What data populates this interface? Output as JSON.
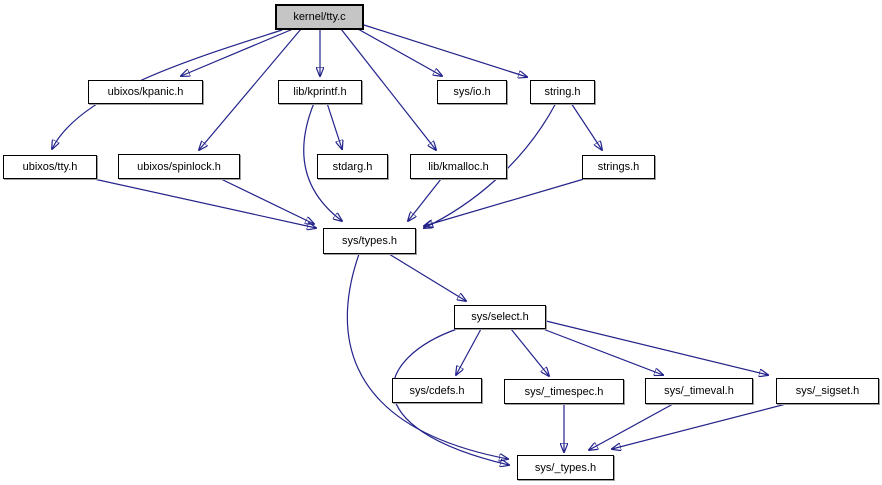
{
  "diagram": {
    "kind": "include-dependency-graph",
    "root": "kernel/tty.c",
    "colors": {
      "edge": "#23238b",
      "node_fill": "#ffffff",
      "node_border": "#000000",
      "root_fill": "#c5c5c5",
      "background": "#ffffff"
    },
    "nodes": [
      {
        "id": "kernel-tty-c",
        "label": "kernel/tty.c"
      },
      {
        "id": "ubixos-kpanic-h",
        "label": "ubixos/kpanic.h"
      },
      {
        "id": "lib-kprintf-h",
        "label": "lib/kprintf.h"
      },
      {
        "id": "sys-io-h",
        "label": "sys/io.h"
      },
      {
        "id": "string-h",
        "label": "string.h"
      },
      {
        "id": "ubixos-tty-h",
        "label": "ubixos/tty.h"
      },
      {
        "id": "ubixos-spinlock-h",
        "label": "ubixos/spinlock.h"
      },
      {
        "id": "stdarg-h",
        "label": "stdarg.h"
      },
      {
        "id": "lib-kmalloc-h",
        "label": "lib/kmalloc.h"
      },
      {
        "id": "strings-h",
        "label": "strings.h"
      },
      {
        "id": "sys-types-h",
        "label": "sys/types.h"
      },
      {
        "id": "sys-select-h",
        "label": "sys/select.h"
      },
      {
        "id": "sys-cdefs-h",
        "label": "sys/cdefs.h"
      },
      {
        "id": "sys-timespec-h",
        "label": "sys/_timespec.h"
      },
      {
        "id": "sys-timeval-h",
        "label": "sys/_timeval.h"
      },
      {
        "id": "sys-sigset-h",
        "label": "sys/_sigset.h"
      },
      {
        "id": "sys-types2-h",
        "label": "sys/_types.h"
      }
    ],
    "edges": [
      {
        "from": "kernel/tty.c",
        "to": "ubixos/tty.h"
      },
      {
        "from": "kernel/tty.c",
        "to": "ubixos/kpanic.h"
      },
      {
        "from": "kernel/tty.c",
        "to": "ubixos/spinlock.h"
      },
      {
        "from": "kernel/tty.c",
        "to": "lib/kprintf.h"
      },
      {
        "from": "kernel/tty.c",
        "to": "sys/io.h"
      },
      {
        "from": "kernel/tty.c",
        "to": "string.h"
      },
      {
        "from": "kernel/tty.c",
        "to": "lib/kmalloc.h"
      },
      {
        "from": "lib/kprintf.h",
        "to": "stdarg.h"
      },
      {
        "from": "lib/kprintf.h",
        "to": "sys/types.h"
      },
      {
        "from": "string.h",
        "to": "strings.h"
      },
      {
        "from": "string.h",
        "to": "sys/types.h"
      },
      {
        "from": "ubixos/tty.h",
        "to": "sys/types.h"
      },
      {
        "from": "ubixos/spinlock.h",
        "to": "sys/types.h"
      },
      {
        "from": "lib/kmalloc.h",
        "to": "sys/types.h"
      },
      {
        "from": "strings.h",
        "to": "sys/types.h"
      },
      {
        "from": "sys/types.h",
        "to": "sys/select.h"
      },
      {
        "from": "sys/types.h",
        "to": "sys/_types.h"
      },
      {
        "from": "sys/select.h",
        "to": "sys/cdefs.h"
      },
      {
        "from": "sys/select.h",
        "to": "sys/_timespec.h"
      },
      {
        "from": "sys/select.h",
        "to": "sys/_timeval.h"
      },
      {
        "from": "sys/select.h",
        "to": "sys/_sigset.h"
      },
      {
        "from": "sys/select.h",
        "to": "sys/_types.h"
      },
      {
        "from": "sys/_timespec.h",
        "to": "sys/_types.h"
      },
      {
        "from": "sys/_timeval.h",
        "to": "sys/_types.h"
      },
      {
        "from": "sys/_sigset.h",
        "to": "sys/_types.h"
      }
    ]
  }
}
